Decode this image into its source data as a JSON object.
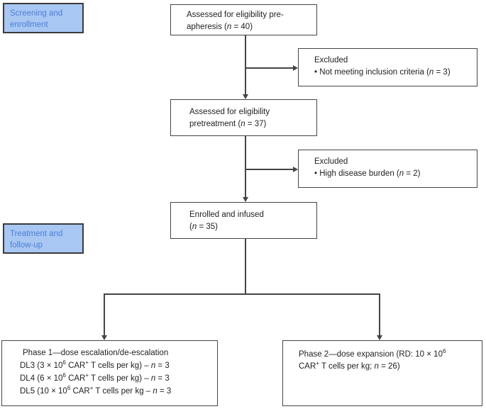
{
  "colors": {
    "stage_fill": "#a9c7f3",
    "stage_text": "#4b7fd6",
    "stage_border": "#3b3b3b",
    "box_border": "#454545",
    "line": "#454545",
    "text": "#222222",
    "background": "#ffffff"
  },
  "stages": {
    "screening": "Screening and<br>enrollment",
    "treatment": "Treatment and<br>follow-up"
  },
  "nodes": {
    "pre_apheresis": "Assessed for eligibility pre-<br>apheresis (<i>n</i> = 40)",
    "excluded_1": {
      "title": "Excluded",
      "bullet": "• Not meeting inclusion criteria (<i>n</i> = 3)"
    },
    "pretreatment": "Assessed for eligibility<br>pretreatment (<i>n</i> = 37)",
    "excluded_2": {
      "title": "Excluded",
      "bullet": "• High disease burden (<i>n</i> = 2)"
    },
    "enrolled": "Enrolled and infused<br>(<i>n</i> = 35)",
    "phase1": {
      "title": "Phase 1—dose escalation/de-escalation",
      "lines": [
        "DL3 (3 × 10<sup>6</sup> CAR<sup>+</sup> T cells per kg) – <i>n</i> = 3",
        "DL4 (6 × 10<sup>6</sup> CAR<sup>+</sup> T cells per kg) – <i>n</i> = 3",
        "DL5 (10 × 10<sup>6</sup> CAR<sup>+</sup> T cells per kg – <i>n</i> = 3"
      ]
    },
    "phase2": "Phase 2—dose expansion (RD: 10 × 10<sup>6</sup><br>CAR<sup>+</sup> T cells per kg; <i>n</i> = 26)"
  }
}
